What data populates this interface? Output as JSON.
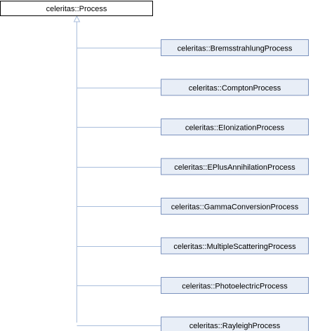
{
  "diagram": {
    "base_class": "celeritas::Process",
    "derived_classes": [
      "celeritas::BremsstrahlungProcess",
      "celeritas::ComptonProcess",
      "celeritas::EIonizationProcess",
      "celeritas::EPlusAnnihilationProcess",
      "celeritas::GammaConversionProcess",
      "celeritas::MultipleScatteringProcess",
      "celeritas::PhotoelectricProcess",
      "celeritas::RayleighProcess"
    ]
  },
  "colors": {
    "base_fill": "#ffffff",
    "base_border": "#000000",
    "derived_fill": "#e8eef7",
    "derived_border": "#7b92be",
    "edge": "#a9bedc",
    "text": "#000000"
  }
}
